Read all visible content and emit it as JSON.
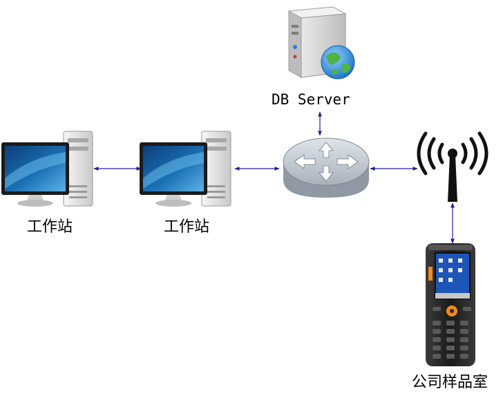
{
  "labels": {
    "db_server": "DB Server",
    "workstation_1": "工作站",
    "workstation_2": "工作站",
    "sample_room": "公司样品室"
  },
  "colors": {
    "connector": "#1f1f9e",
    "monitor_screen": "#1a6fb3",
    "tower": "#e3e3e3",
    "router": "#a9b1bb",
    "antenna": "#111111",
    "handheld_body": "#2b2b2b",
    "handheld_key_accent": "#f08a1c"
  },
  "icons": [
    "workstation-icon",
    "server-icon",
    "globe-icon",
    "router-icon",
    "wireless-antenna-icon",
    "handheld-scanner-icon"
  ]
}
